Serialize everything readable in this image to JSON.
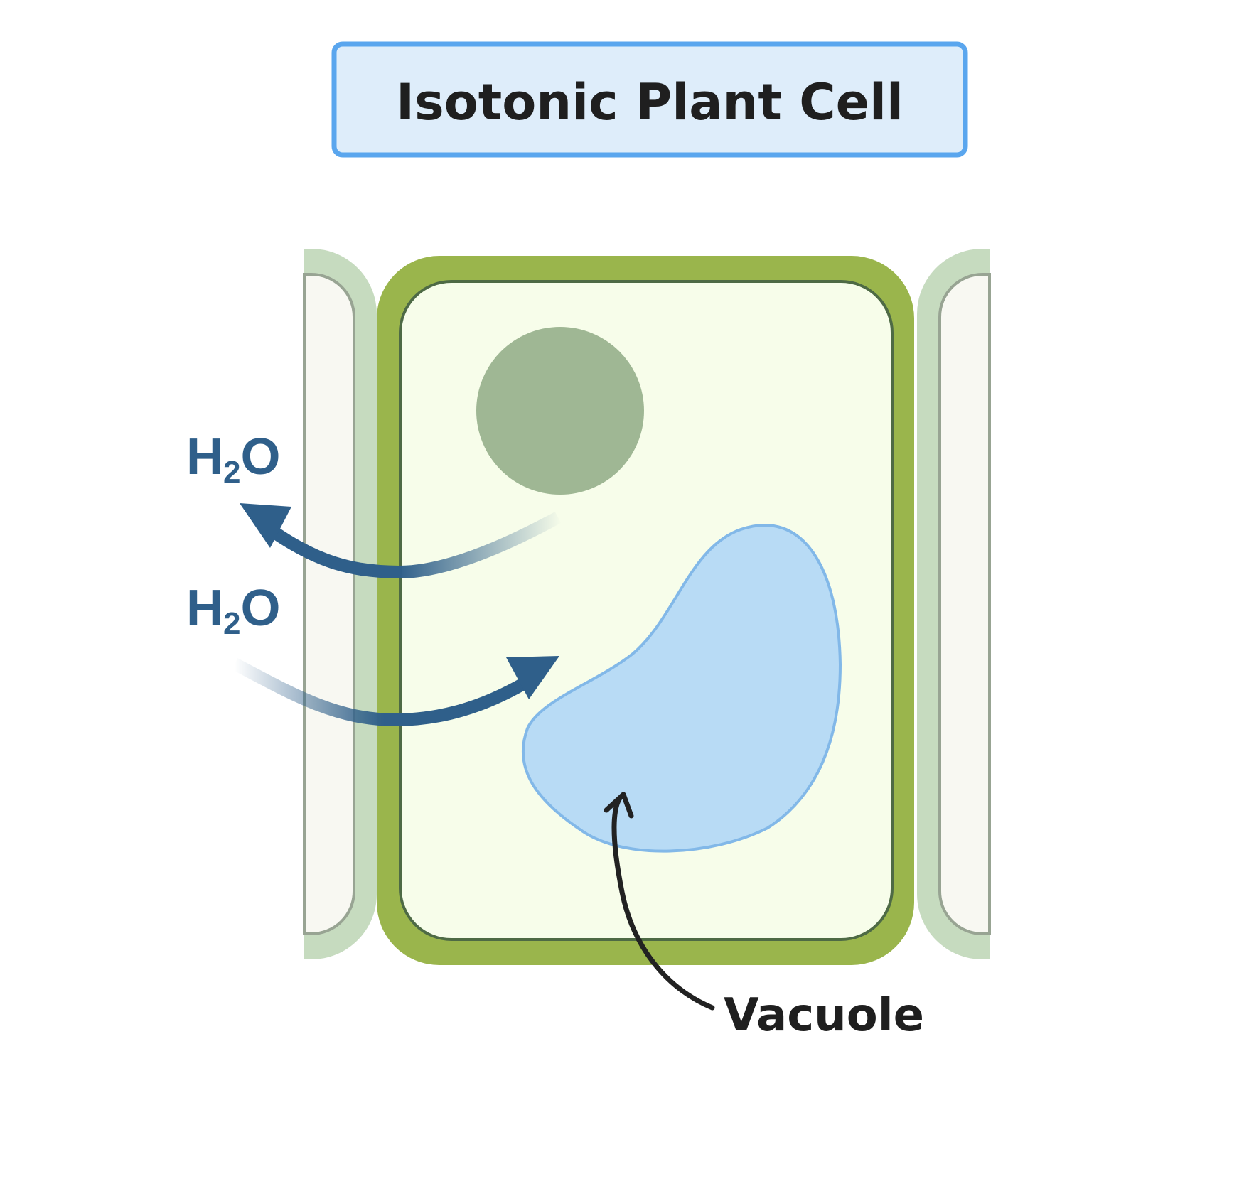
{
  "title": "Isotonic Plant Cell",
  "water_labels": [
    {
      "main": "H",
      "sub": "2",
      "tail": "O"
    },
    {
      "main": "H",
      "sub": "2",
      "tail": "O"
    }
  ],
  "vacuole_label": "Vacuole",
  "colors": {
    "title_fill": "#deedfa",
    "title_border": "#5aa6ee",
    "cell_wall": "#9ab54c",
    "neighbor_wall": "#c6dbbf",
    "cytoplasm": "#f7fdea",
    "membrane": "#4e6a45",
    "nucleus": "#9fb794",
    "vacuole_fill": "#b8dbf5",
    "vacuole_border": "#82b8e8",
    "water": "#2f5f8a"
  }
}
